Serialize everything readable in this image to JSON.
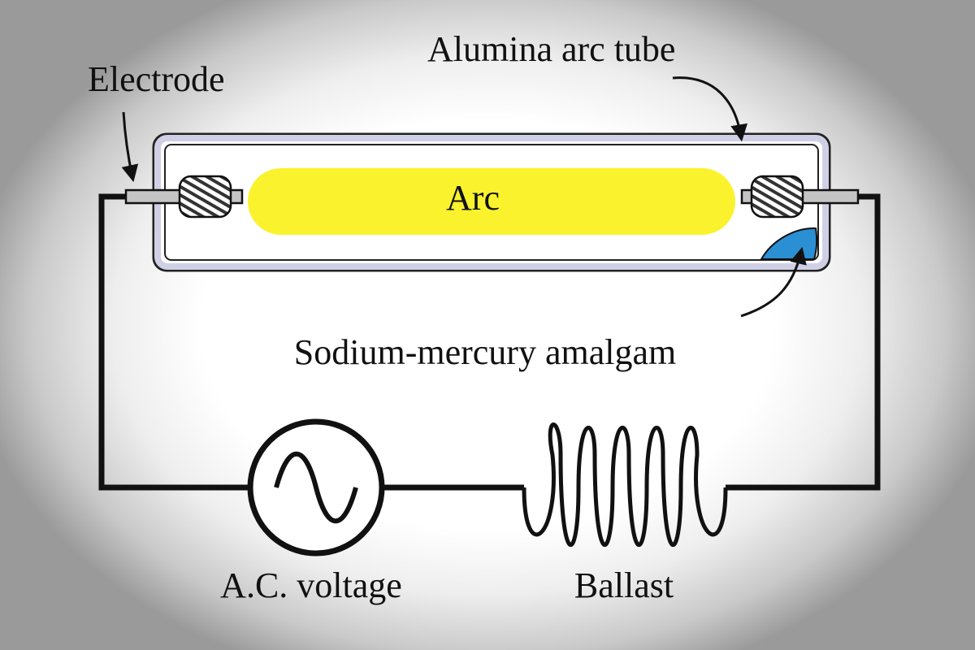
{
  "labels": {
    "electrode": "Electrode",
    "arc_tube": "Alumina arc tube",
    "arc": "Arc",
    "amalgam": "Sodium-mercury amalgam",
    "ac_voltage": "A.C. voltage",
    "ballast": "Ballast"
  },
  "colors": {
    "arc_fill": "#fbf22e",
    "tube_outline": "#c9c9e3",
    "amalgam_fill": "#2b8fd4",
    "wire": "#111111"
  },
  "icons": {
    "ac_source": "sine-wave-in-circle",
    "ballast": "inductor-coil",
    "electrode_coil": "hatched-coil"
  }
}
